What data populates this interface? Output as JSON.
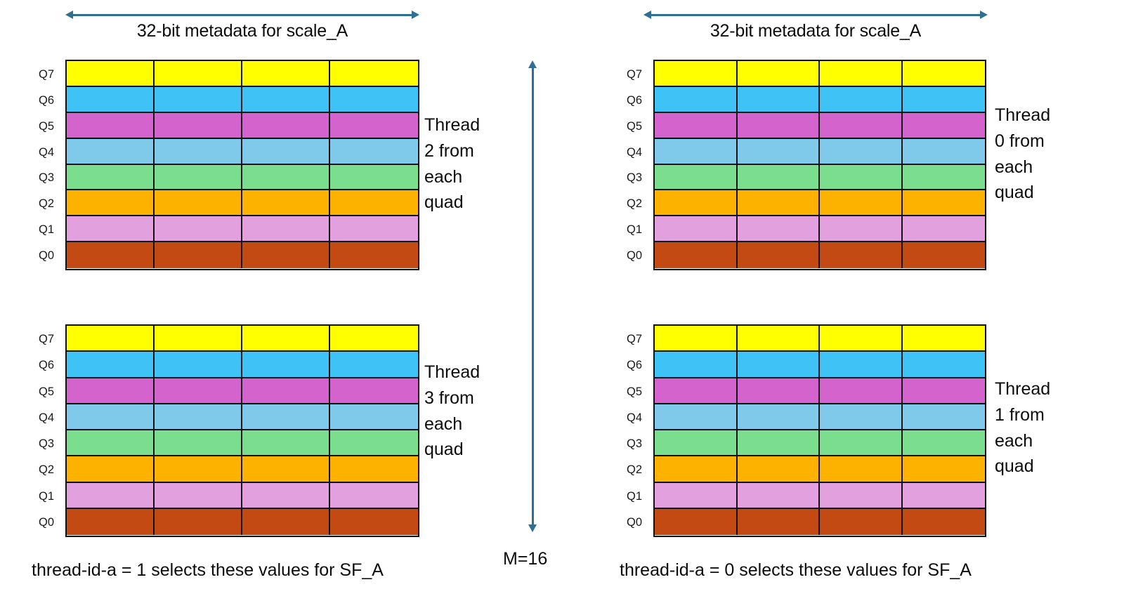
{
  "diagram": {
    "title_left_arrow": "32-bit metadata for scale_A",
    "title_right_arrow": "32-bit metadata for scale_A",
    "vertical_arrow_label": "M=16",
    "caption_left": "thread-id-a = 1 selects these values  for SF_A",
    "caption_right": "thread-id-a = 0 selects these values  for SF_A"
  },
  "row_labels": [
    "Q7",
    "Q6",
    "Q5",
    "Q4",
    "Q3",
    "Q2",
    "Q1",
    "Q0"
  ],
  "row_colors": {
    "Q7": "#FFFF00",
    "Q6": "#3FC3F7",
    "Q5": "#D463CD",
    "Q4": "#7FC9EB",
    "Q3": "#7BDE8E",
    "Q2": "#FDB200",
    "Q1": "#E2A0DF",
    "Q0": "#C44A13"
  },
  "palette": {
    "arrow": "#2e6f95",
    "cell_border": "#111111",
    "text": "#0d0d0d",
    "background": "#ffffff"
  },
  "grid_shape": {
    "rows": 8,
    "columns": 4
  },
  "blocks": [
    {
      "id": "top-left",
      "note_lines": [
        "Thread",
        "2 from",
        "each",
        "quad"
      ]
    },
    {
      "id": "bottom-left",
      "note_lines": [
        "Thread",
        "3 from",
        "each",
        "quad"
      ]
    },
    {
      "id": "top-right",
      "note_lines": [
        "Thread",
        "0 from",
        "each",
        "quad"
      ]
    },
    {
      "id": "bottom-right",
      "note_lines": [
        "Thread",
        "1 from",
        "each",
        "quad"
      ]
    }
  ]
}
